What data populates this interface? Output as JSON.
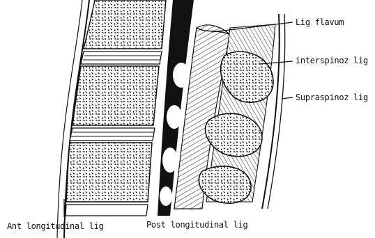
{
  "labels": {
    "lig_flavum": "Lig flavum",
    "interspinoz_lig": "interspinoz lig",
    "supraspinoz_lig": "Supraspinoz lig",
    "ant_longitudinal_lig": "Ant longitudinal lig",
    "post_longitudinal_lig": "Post longitudinal lig"
  },
  "colors": {
    "ink": "#111111",
    "paper": "#ffffff"
  }
}
